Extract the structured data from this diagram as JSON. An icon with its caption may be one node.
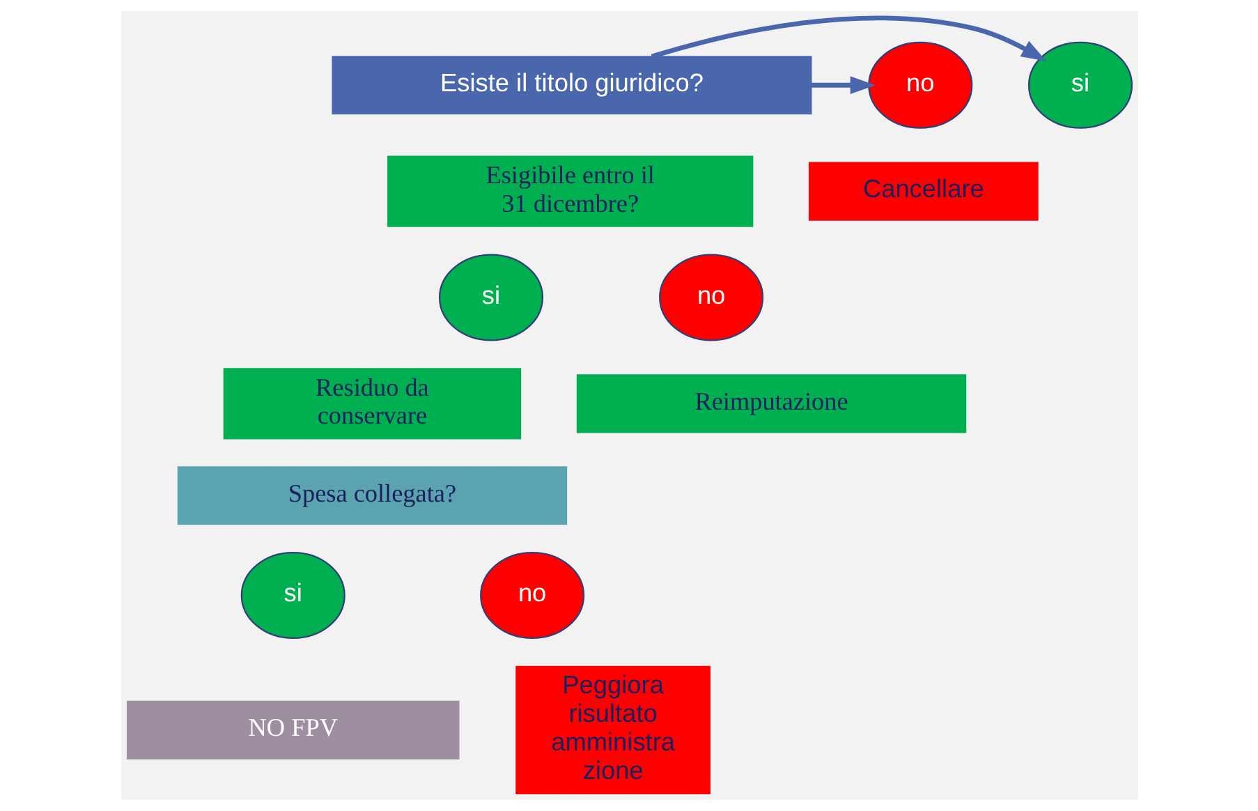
{
  "diagram": {
    "nodes": [
      {
        "text": [
          "Esiste il titolo giuridico?"
        ]
      },
      {
        "text": [
          "si"
        ]
      },
      {
        "text": [
          "no"
        ]
      },
      {
        "text": [
          "Esigibile entro il 31 dicembre?"
        ]
      },
      {
        "text": [
          "Cancellare"
        ]
      },
      {
        "text": [
          "si"
        ]
      },
      {
        "text": [
          "no"
        ]
      },
      {
        "text": [
          "Residuo da conservare"
        ]
      },
      {
        "text": [
          "Reimputazione"
        ]
      },
      {
        "text": [
          "Spesa collegata?"
        ]
      },
      {
        "text": [
          "si"
        ]
      },
      {
        "text": [
          "no"
        ]
      },
      {
        "text": [
          "NO FPV"
        ]
      },
      {
        "text": [
          "Peggiora risultato amministra zione"
        ]
      }
    ],
    "edges": [
      {
        "from": 0,
        "to": 1,
        "arrow": "to"
      },
      {
        "from": 0,
        "to": 2,
        "arrow": "to"
      }
    ]
  }
}
